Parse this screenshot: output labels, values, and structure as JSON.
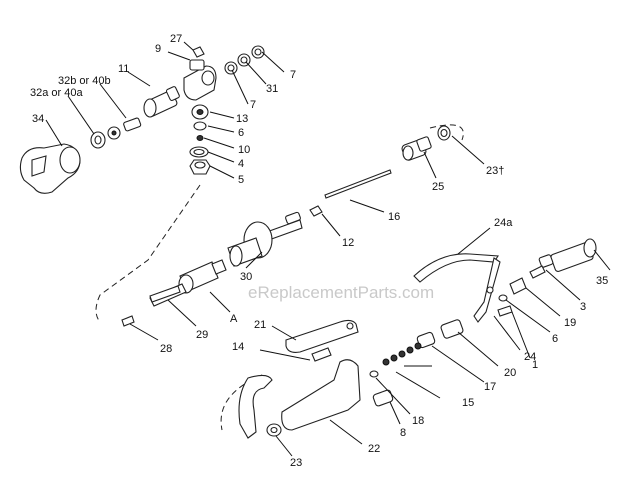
{
  "watermark": "eReplacementParts.com",
  "labels": {
    "l27": "27",
    "l9": "9",
    "l11": "11",
    "l32b": "32b or 40b",
    "l32a": "32a or 40a",
    "l34": "34",
    "l7a": "7",
    "l31": "31",
    "l7b": "7",
    "l13": "13",
    "l6a": "6",
    "l10": "10",
    "l4": "4",
    "l5": "5",
    "l25": "25",
    "l23a": "23†",
    "l16": "16",
    "l12": "12",
    "l24a": "24a",
    "l30": "30",
    "l35": "35",
    "l3": "3",
    "l19": "19",
    "l6b": "6",
    "l1": "1",
    "l24": "24",
    "lA": "A",
    "l29": "29",
    "l28": "28",
    "l21": "21",
    "l14": "14",
    "l17": "17",
    "l20": "20",
    "l15": "15",
    "l18": "18",
    "l8": "8",
    "l22": "22",
    "l23b": "23"
  }
}
